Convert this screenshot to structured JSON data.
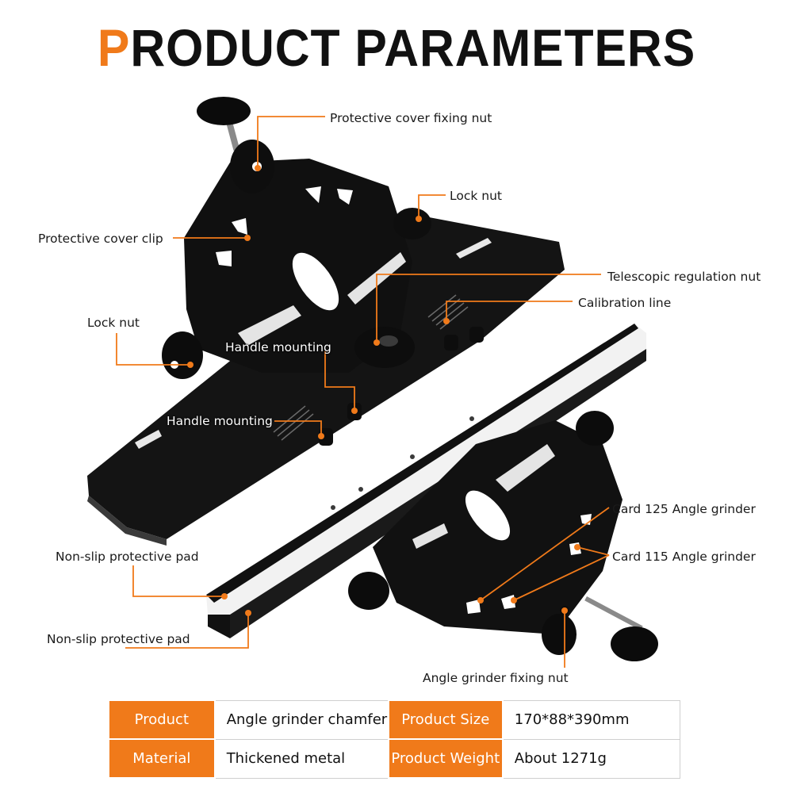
{
  "title": {
    "first_letter": "P",
    "rest": "RODUCT PARAMETERS"
  },
  "colors": {
    "accent": "#f07a1a",
    "metal": "#111111",
    "text": "#1a1a1a"
  },
  "labels": {
    "protective_cover_fixing_nut": "Protective cover fixing nut",
    "lock_nut_right": "Lock nut",
    "protective_cover_clip": "Protective cover clip",
    "telescopic_regulation_nut": "Telescopic regulation nut",
    "calibration_line": "Calibration line",
    "lock_nut_left": "Lock nut",
    "handle_mounting_1": "Handle mounting",
    "handle_mounting_2": "Handle mounting",
    "card_125": "Card 125 Angle grinder",
    "card_115": "Card 115 Angle grinder",
    "non_slip_pad_1": "Non-slip protective pad",
    "non_slip_pad_2": "Non-slip protective pad",
    "angle_grinder_fixing_nut": "Angle grinder fixing nut"
  },
  "specs": {
    "product_label": "Product",
    "product_value": "Angle grinder chamfer",
    "size_label": "Product Size",
    "size_value": "170*88*390mm",
    "material_label": "Material",
    "material_value": "Thickened metal",
    "weight_label": "Product Weight",
    "weight_value": "About 1271g"
  }
}
